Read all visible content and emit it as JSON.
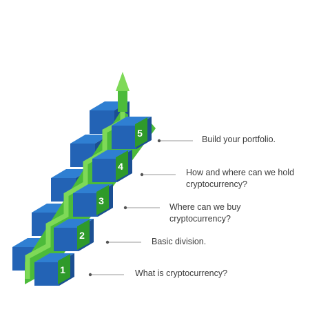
{
  "colors": {
    "blue_top": "#2f7fd2",
    "blue_front": "#2363b5",
    "blue_side": "#1b4f93",
    "green_light": "#7ed957",
    "green_mid": "#4cbb3a",
    "green_dark": "#2f9a2a",
    "connector": "#9a9a9a",
    "text": "#3a3a3a"
  },
  "steps": [
    {
      "number": "1",
      "label": "What is cryptocurrency?"
    },
    {
      "number": "2",
      "label": "Basic division."
    },
    {
      "number": "3",
      "label": "Where can we buy\ncryptocurrency?"
    },
    {
      "number": "4",
      "label": "How and where can we hold\ncryptocurrency?"
    },
    {
      "number": "5",
      "label": "Build your portfolio."
    }
  ],
  "arrow_icon": "up-arrow-icon"
}
